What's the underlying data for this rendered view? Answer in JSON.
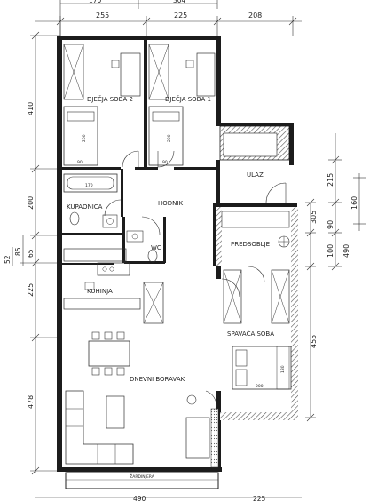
{
  "rooms": {
    "djecja_soba_2": "DJEČJA SOBA 2",
    "djecja_soba_1": "DJEČJA SOBA 1",
    "kupaonica": "KUPAONICA",
    "hodnik": "HODNIK",
    "wc": "WC",
    "predsoblje": "PREDSOBLJE",
    "ulaz": "ULAZ",
    "kuhinja": "KUHINJA",
    "spavaca_soba": "SPAVAĆA SOBA",
    "dnevni_boravak": "DNEVNI BORAVAK",
    "zardinjera": "ŽARDINJERA"
  },
  "dimensions": {
    "top_partial_1": "170",
    "top_partial_2": "304",
    "top_1": "255",
    "top_2": "225",
    "top_3": "208",
    "left_1": "410",
    "left_2": "200",
    "left_3": "85",
    "left_4": "65",
    "left_5": "52",
    "left_6": "225",
    "left_7": "478",
    "right_1": "215",
    "right_2": "160",
    "right_3": "305",
    "right_4": "90",
    "right_5": "100",
    "right_6": "490",
    "right_7": "455",
    "bottom_1": "490",
    "bottom_2": "225"
  },
  "furniture": {
    "bed_w_1": "200",
    "bed_w_2": "200",
    "bed_h_1": "90",
    "bed_h_2": "90",
    "tub": "170",
    "bed_double": "200",
    "bed_double_side": "180"
  }
}
